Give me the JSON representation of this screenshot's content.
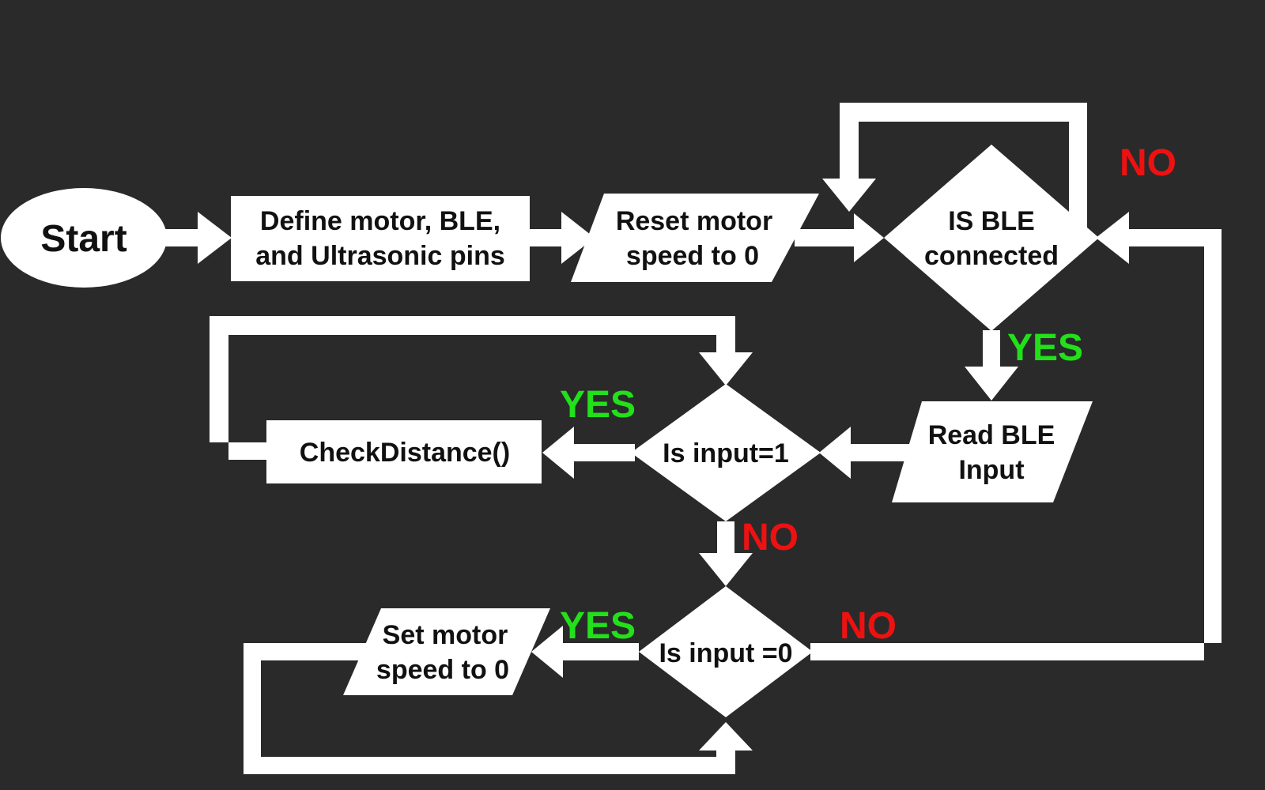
{
  "colors": {
    "background": "#2a2a2a",
    "shape_fill": "#ffffff",
    "text": "#111111",
    "yes": "#22e01a",
    "no": "#ee1111"
  },
  "nodes": {
    "start": {
      "label": "Start"
    },
    "define_pins": {
      "line1": "Define motor, BLE,",
      "line2": "and Ultrasonic pins"
    },
    "reset_motor": {
      "line1": "Reset motor",
      "line2": "speed to 0"
    },
    "ble_connected": {
      "line1": "IS BLE",
      "line2": "connected"
    },
    "read_ble": {
      "line1": "Read BLE",
      "line2": "Input"
    },
    "input_is_1": {
      "label": "Is input=1"
    },
    "check_distance": {
      "label": "CheckDistance()"
    },
    "input_is_0": {
      "label": "Is input =0"
    },
    "set_motor_zero": {
      "line1": "Set motor",
      "line2": "speed to 0"
    }
  },
  "branches": {
    "ble_no": "NO",
    "ble_yes": "YES",
    "input1_yes": "YES",
    "input1_no": "NO",
    "input0_yes": "YES",
    "input0_no": "NO"
  }
}
